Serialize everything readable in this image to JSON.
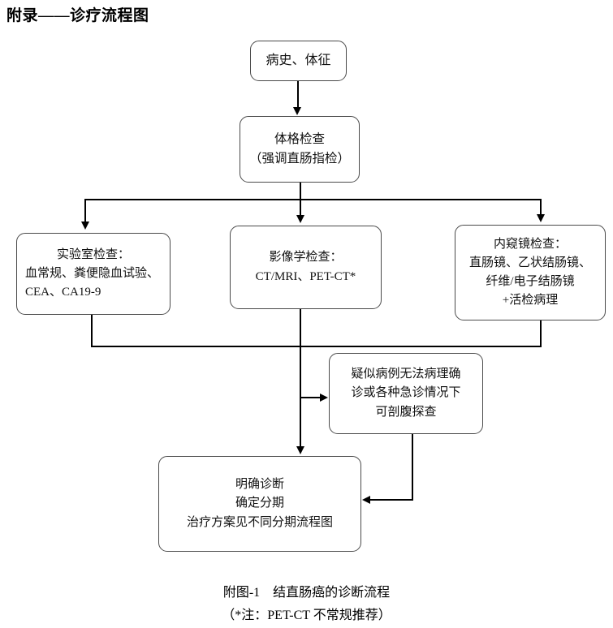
{
  "document": {
    "title": "附录——诊疗流程图"
  },
  "flowchart": {
    "nodes": {
      "history": {
        "lines": [
          "病史、体征"
        ]
      },
      "physical": {
        "lines": [
          "体格检查",
          "（强调直肠指检）"
        ]
      },
      "lab": {
        "lines": [
          "实验室检查：",
          "血常规、粪便隐血试验、CEA、CA19-9"
        ]
      },
      "imaging": {
        "lines": [
          "影像学检查：",
          "CT/MRI、PET-CT*"
        ]
      },
      "endoscopy": {
        "lines": [
          "内窥镜检查：",
          "直肠镜、乙状结肠镜、",
          "纤维/电子结肠镜",
          "+活检病理"
        ]
      },
      "laparotomy": {
        "lines": [
          "疑似病例无法病理确",
          "诊或各种急诊情况下",
          "可剖腹探查"
        ]
      },
      "diagnosis": {
        "lines": [
          "明确诊断",
          "确定分期",
          "治疗方案见不同分期流程图"
        ]
      }
    }
  },
  "caption": {
    "line1": "附图-1　结直肠癌的诊断流程",
    "line2": "（*注：PET-CT 不常规推荐）"
  }
}
